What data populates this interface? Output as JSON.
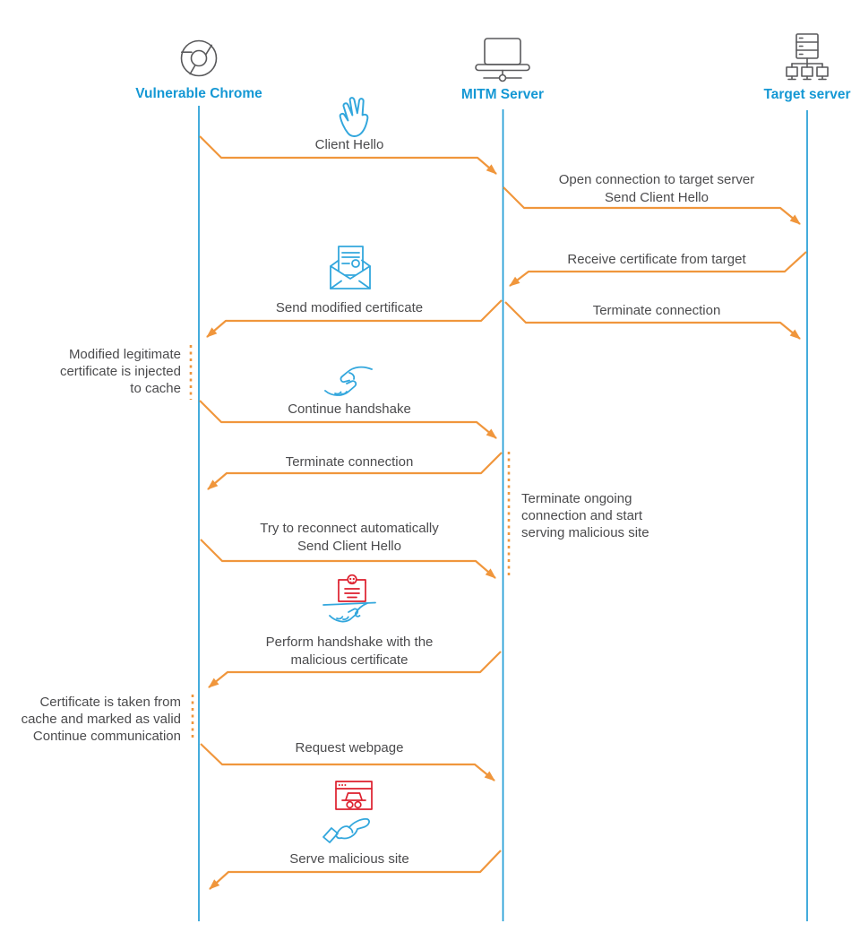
{
  "colors": {
    "accent_blue": "#1598D4",
    "icon_blue": "#33A7DD",
    "arrow_orange": "#F0963C",
    "icon_gray": "#59595B",
    "icon_red": "#DD1F2D",
    "text_gray": "#4B4B4D"
  },
  "actors": [
    {
      "label": "Vulnerable Chrome",
      "icon": "chrome-logo-icon"
    },
    {
      "label": "MITM Server",
      "icon": "laptop-network-icon"
    },
    {
      "label": "Target server",
      "icon": "server-cluster-icon"
    }
  ],
  "messages": [
    {
      "from": "Vulnerable Chrome",
      "to": "MITM Server",
      "lines": [
        "Client Hello"
      ],
      "icon": "waving-hand-icon"
    },
    {
      "from": "MITM Server",
      "to": "Target server",
      "lines": [
        "Open connection to target server",
        "Send Client Hello"
      ]
    },
    {
      "from": "Target server",
      "to": "MITM Server",
      "lines": [
        "Receive certificate from target"
      ]
    },
    {
      "from": "MITM Server",
      "to": "Vulnerable Chrome",
      "lines": [
        "Send modified certificate"
      ],
      "icon": "certificate-envelope-icon"
    },
    {
      "from": "MITM Server",
      "to": "Target server",
      "lines": [
        "Terminate connection"
      ]
    },
    {
      "from": "Vulnerable Chrome",
      "to": "MITM Server",
      "lines": [
        "Continue handshake"
      ],
      "icon": "handshake-icon"
    },
    {
      "from": "MITM Server",
      "to": "Vulnerable Chrome",
      "lines": [
        "Terminate connection"
      ]
    },
    {
      "from": "Vulnerable Chrome",
      "to": "MITM Server",
      "lines": [
        "Try to reconnect automatically",
        "Send Client Hello"
      ]
    },
    {
      "from": "MITM Server",
      "to": "Vulnerable Chrome",
      "lines": [
        "Perform handshake with the",
        "malicious certificate"
      ],
      "icon": "malicious-certificate-handshake-icon"
    },
    {
      "from": "Vulnerable Chrome",
      "to": "MITM Server",
      "lines": [
        "Request webpage"
      ]
    },
    {
      "from": "MITM Server",
      "to": "Vulnerable Chrome",
      "lines": [
        "Serve malicious site"
      ],
      "icon": "malicious-site-hand-icon"
    }
  ],
  "notes": [
    {
      "side": "left",
      "lines": [
        "Modified legitimate",
        "certificate is injected",
        "to cache"
      ]
    },
    {
      "side": "right",
      "lines": [
        "Terminate ongoing",
        "connection and start",
        "serving malicious site"
      ]
    },
    {
      "side": "left",
      "lines": [
        "Certificate is taken from",
        "cache and marked as valid",
        "Continue communication"
      ]
    }
  ]
}
